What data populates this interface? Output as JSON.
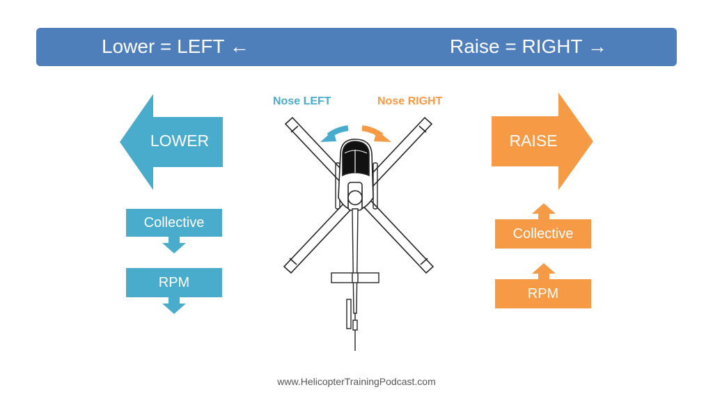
{
  "banner": {
    "left_text": "Lower = LEFT ←",
    "right_text": "Raise = RIGHT →"
  },
  "left_panel": {
    "arrow_label": "LOWER",
    "boxes": [
      {
        "label": "Collective",
        "indicator": "down"
      },
      {
        "label": "RPM",
        "indicator": "down"
      }
    ]
  },
  "right_panel": {
    "arrow_label": "RAISE",
    "boxes": [
      {
        "label": "Collective",
        "indicator": "up"
      },
      {
        "label": "RPM",
        "indicator": "up"
      }
    ]
  },
  "helicopter": {
    "nose_left_label": "Nose LEFT",
    "nose_right_label": "Nose RIGHT"
  },
  "footer": {
    "url": "www.HelicopterTrainingPodcast.com"
  },
  "colors": {
    "banner": "#4f7fba",
    "lower_blue": "#4aaccc",
    "raise_orange": "#f79a45"
  }
}
